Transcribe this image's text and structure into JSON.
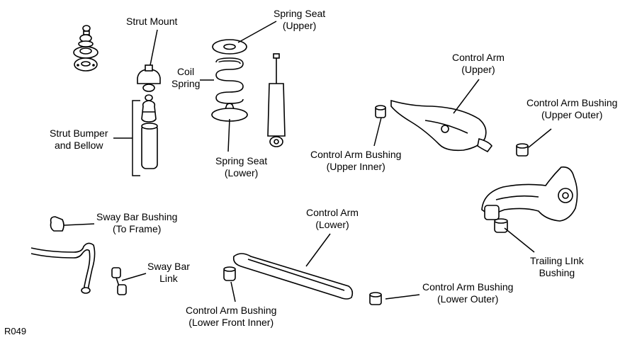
{
  "labels": {
    "strut_mount": {
      "line1": "Strut Mount"
    },
    "spring_seat_upper": {
      "line1": "Spring Seat",
      "line2": "(Upper)"
    },
    "coil_spring": {
      "line1": "Coil",
      "line2": "Spring"
    },
    "strut_bumper": {
      "line1": "Strut Bumper",
      "line2": "and Bellow"
    },
    "spring_seat_lower": {
      "line1": "Spring Seat",
      "line2": "(Lower)"
    },
    "control_arm_upper": {
      "line1": "Control Arm",
      "line2": "(Upper)"
    },
    "cab_upper_outer": {
      "line1": "Control Arm Bushing",
      "line2": "(Upper Outer)"
    },
    "cab_upper_inner": {
      "line1": "Control Arm Bushing",
      "line2": "(Upper Inner)"
    },
    "sway_bar_bushing": {
      "line1": "Sway Bar Bushing",
      "line2": "(To Frame)"
    },
    "control_arm_lower": {
      "line1": "Control Arm",
      "line2": "(Lower)"
    },
    "sway_bar_link": {
      "line1": "Sway Bar",
      "line2": "Link"
    },
    "trailing_link_bushing": {
      "line1": "Trailing LInk",
      "line2": "Bushing"
    },
    "cab_lower_outer": {
      "line1": "Control Arm Bushing",
      "line2": "(Lower Outer)"
    },
    "cab_lower_front_inner": {
      "line1": "Control Arm Bushing",
      "line2": "(Lower Front Inner)"
    }
  },
  "reference_code": "R049"
}
